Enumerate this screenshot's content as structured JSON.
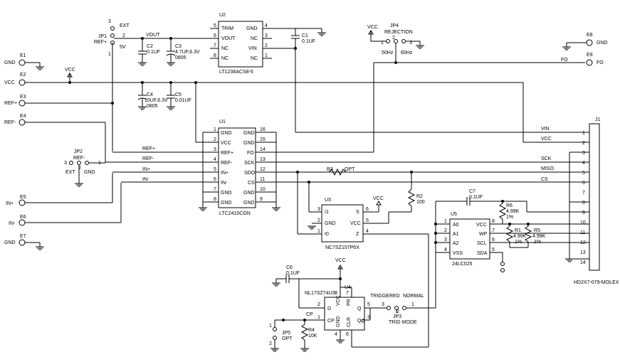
{
  "ref_designators": {
    "u1": "U1",
    "u2": "U2",
    "u3": "U3",
    "u4": "U4",
    "u5": "U5",
    "j1": "J1",
    "jp1": "JP1",
    "jp2": "JP2",
    "jp3": "JP3",
    "jp4": "JP4",
    "jp5": "JP5",
    "e1": "E1",
    "e2": "E2",
    "e3": "E3",
    "e4": "E4",
    "e5": "E5",
    "e6": "E6",
    "e7": "E7",
    "e8": "E8",
    "e9": "E9",
    "c1": "C1",
    "c2": "C2",
    "c3": "C3",
    "c4": "C4",
    "c5": "C5",
    "c6": "C6",
    "c7": "C7",
    "r1": "R1",
    "r2": "R2",
    "r3": "R3",
    "r4": "R4",
    "r5": "R5",
    "r6": "R6"
  },
  "part_numbers": {
    "u1": "LTC2410CGN",
    "u2": "LT1236ACS8-5",
    "u3": "NC7SZ157P6X",
    "u4": "NL17SZ74US",
    "u5": "24LC025",
    "j1": "HD2X7-079-MOLEX"
  },
  "component_values": {
    "c1": "0.1UF",
    "c2": "0.1UF",
    "c3a": "4.7UF,6.3V",
    "c3b": "0805",
    "c4a": "10UF,6.3V",
    "c4b": "0805",
    "c5": "0.01UF",
    "c6": "0.1UF",
    "c7": "0.1UF",
    "r1a": "4.99K",
    "r1b": "1%",
    "r2": "100",
    "r3": "OPT",
    "r4": "10K",
    "r5a": "4.99K",
    "r5b": "1%",
    "r6a": "4.99K",
    "r6b": "1%"
  },
  "terminals": {
    "e1": "GND",
    "e2": "VCC",
    "e3": "REF+",
    "e4": "REF-",
    "e5": "IN+",
    "e6": "IN-",
    "e7": "GND",
    "e8": "GND",
    "e9": "FO"
  },
  "jumper_labels": {
    "jp1_ext": "EXT",
    "jp1_5v": "5V",
    "jp1_name": "REF+",
    "jp2_name": "REF-",
    "jp2_ext": "EXT",
    "jp2_gnd": "GND",
    "jp3_trig": "TRIGGERED",
    "jp3_normal": "NORMAL",
    "jp3_name": "TRIG MODE",
    "jp4_name": "REJECTION",
    "jp4_50": "50Hz",
    "jp4_60": "60Hz",
    "jp5_name": "OPT"
  },
  "net_labels": {
    "vout": "VOUT",
    "vcc": "VCC",
    "refp": "REF+",
    "refm": "REF-",
    "inp": "IN+",
    "inm": "IN-",
    "vin": "VIN",
    "sck": "SCK",
    "miso": "MISO",
    "cs": "CS",
    "fo": "FO",
    "cp": "CP"
  },
  "u1_pins": {
    "left": [
      {
        "num": "1",
        "name": "GND"
      },
      {
        "num": "2",
        "name": "VCC"
      },
      {
        "num": "3",
        "name": "REF+"
      },
      {
        "num": "4",
        "name": "REF-"
      },
      {
        "num": "5",
        "name": "IN+"
      },
      {
        "num": "6",
        "name": "IN-"
      },
      {
        "num": "7",
        "name": "GND"
      },
      {
        "num": "8",
        "name": "GND"
      }
    ],
    "right": [
      {
        "num": "16",
        "name": "GND"
      },
      {
        "num": "15",
        "name": "GND"
      },
      {
        "num": "14",
        "name": "FO"
      },
      {
        "num": "13",
        "name": "SCK"
      },
      {
        "num": "12",
        "name": "SDO"
      },
      {
        "num": "11",
        "name": "CS"
      },
      {
        "num": "10",
        "name": "GND"
      },
      {
        "num": "9",
        "name": "GND"
      }
    ]
  },
  "u2_pins": {
    "left": [
      {
        "num": "5",
        "name": "TRIM"
      },
      {
        "num": "6",
        "name": "VOUT"
      },
      {
        "num": "7",
        "name": "NC"
      },
      {
        "num": "8",
        "name": "NC"
      }
    ],
    "right": [
      {
        "num": "4",
        "name": "GND"
      },
      {
        "num": "3",
        "name": "NC"
      },
      {
        "num": "2",
        "name": "VIN"
      },
      {
        "num": "1",
        "name": "NC"
      }
    ]
  },
  "u3_pins": {
    "left": [
      {
        "num": "3",
        "name": "I1"
      },
      {
        "num": "2",
        "name": "GND"
      },
      {
        "num": "1",
        "name": "I0"
      }
    ],
    "right": [
      {
        "num": "6",
        "name": "S"
      },
      {
        "num": "5",
        "name": "VCC"
      },
      {
        "num": "4",
        "name": "Z"
      }
    ]
  },
  "u4_pins": {
    "d": "D",
    "cp": "CP",
    "vcc": "VCC",
    "gnd": "GND",
    "pr": "PR",
    "clr": "CLR",
    "q": "Q",
    "qbar": "Q",
    "n_d": "2",
    "n_cp": "1",
    "n_vcc": "8",
    "n_gnd": "4",
    "n_pr": "7",
    "n_clr": "6",
    "n_q": "5",
    "n_qbar": "3"
  },
  "u5_pins": {
    "left": [
      {
        "num": "1",
        "name": "A0"
      },
      {
        "num": "2",
        "name": "A1"
      },
      {
        "num": "3",
        "name": "A2"
      },
      {
        "num": "4",
        "name": "VSS"
      }
    ],
    "right": [
      {
        "num": "8",
        "name": "VCC"
      },
      {
        "num": "7",
        "name": "WP"
      },
      {
        "num": "6",
        "name": "SCL"
      },
      {
        "num": "5",
        "name": "SDA"
      }
    ]
  },
  "j1_pins": [
    "1",
    "2",
    "3",
    "4",
    "5",
    "6",
    "7",
    "8",
    "9",
    "10",
    "11",
    "12",
    "13",
    "14"
  ],
  "pin_numbers": {
    "jp1": [
      "3",
      "2",
      "1"
    ],
    "jp2": [
      "3",
      "2",
      "1"
    ],
    "jp3": [
      "3",
      "2",
      "1"
    ],
    "jp4": [
      "1",
      "2",
      "3"
    ],
    "jp5": [
      "1",
      "2"
    ],
    "u2_side": [
      "4",
      "3",
      "2",
      "1"
    ]
  }
}
